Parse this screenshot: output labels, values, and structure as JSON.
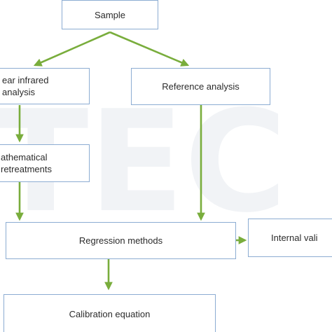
{
  "diagram": {
    "nodes": {
      "sample": "Sample",
      "nir": "ear infrared\nanalysis",
      "reference": "Reference analysis",
      "math": "athematical\nretreatments",
      "regression": "Regression methods",
      "internal": "Internal vali",
      "calibration": "Calibration equation"
    },
    "colors": {
      "box_border": "#8cacd2",
      "arrow": "#79ad3c",
      "text": "#2b2b2b"
    }
  }
}
